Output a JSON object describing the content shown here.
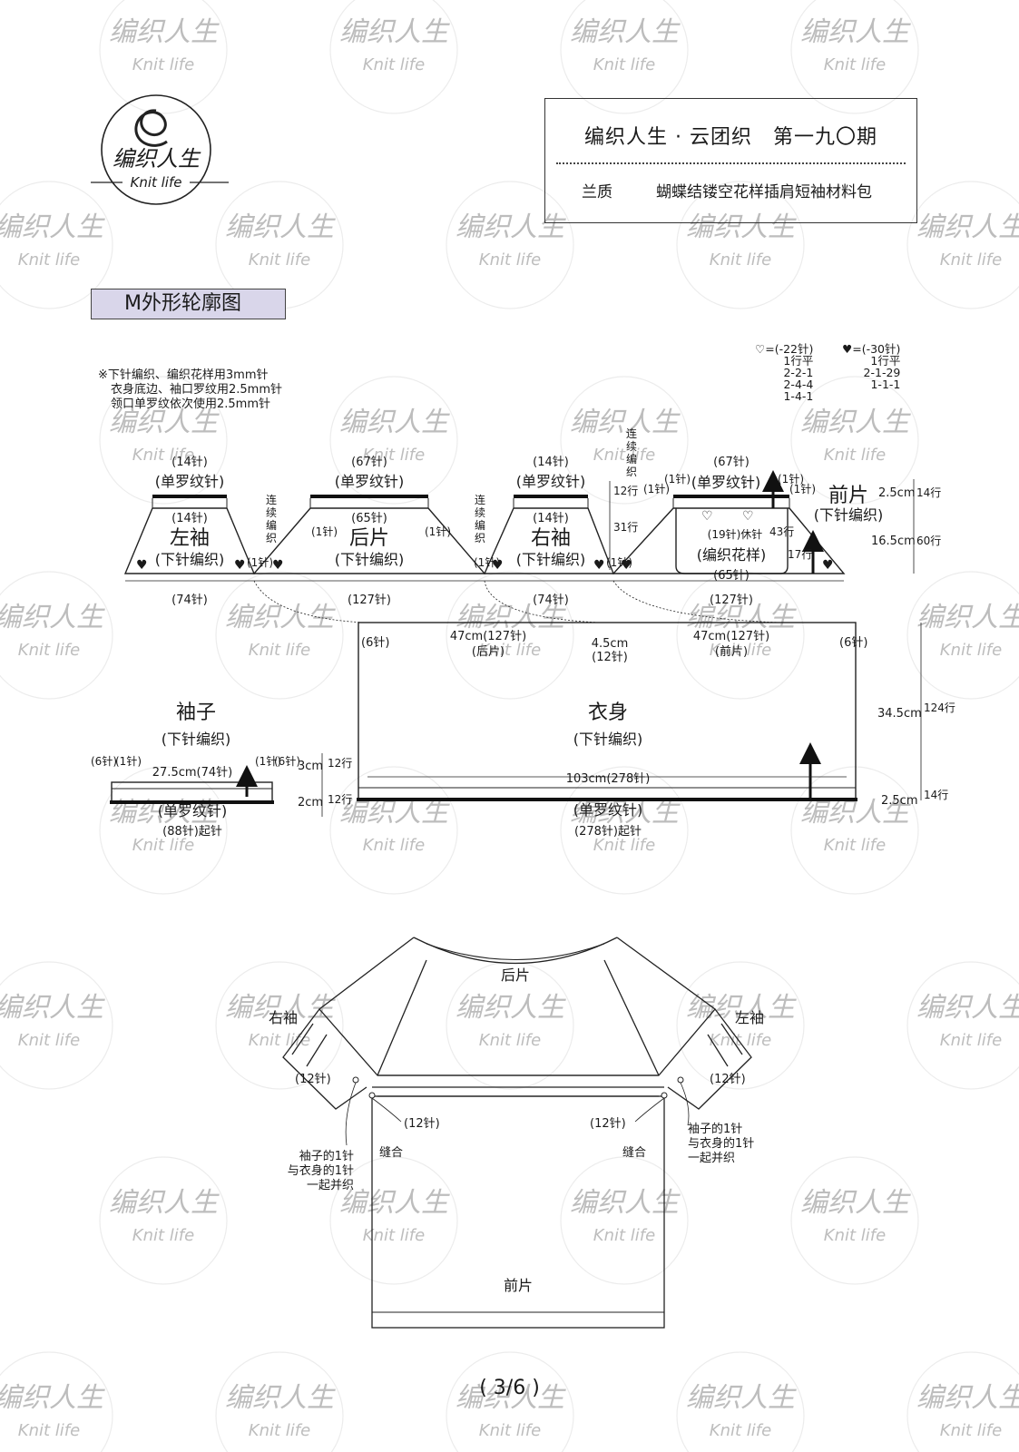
{
  "header": {
    "title": "编织人生 · 云团织　第一九〇期",
    "designer": "兰质",
    "product": "蝴蝶结镂空花样插肩短袖材料包"
  },
  "logo": {
    "name_cn": "编织人生",
    "name_en": "Knit life"
  },
  "watermark": {
    "cn": "编织人生",
    "en": "Knit life"
  },
  "section_title": "M外形轮廓图",
  "notes": [
    "※下针编织、编织花样用3mm针",
    "衣身底边、袖口罗纹用2.5mm针",
    "领口单罗纹依次使用2.5mm针"
  ],
  "legend_open": {
    "symbol": "♡",
    "title": "=(-22针)",
    "rows": [
      "1行平",
      "2-2-1",
      "2-4-4",
      "1-4-1"
    ]
  },
  "legend_solid": {
    "symbol": "♥",
    "title": "=(-30针)",
    "rows": [
      "1行平",
      "2-1-29",
      "1-1-1"
    ]
  },
  "yoke": {
    "left_sleeve": {
      "name": "左袖",
      "method": "(下针编织)",
      "top": "(14针)",
      "rib": "(单罗纹针)",
      "inner": "(14针)",
      "bottom": "(74针)"
    },
    "back": {
      "name": "后片",
      "method": "(下针编织)",
      "top": "(67针)",
      "rib": "(单罗纹针)",
      "inner": "(65针)",
      "bottom": "(127针)"
    },
    "right_sleeve": {
      "name": "右袖",
      "method": "(下针编织)",
      "top": "(14针)",
      "rib": "(单罗纹针)",
      "inner": "(14针)",
      "bottom": "(74针)"
    },
    "front": {
      "name": "前片",
      "method": "(下针编织)",
      "top": "(67针)",
      "rib": "(单罗纹针)",
      "rest": "(19针)休针",
      "pattern": "(编织花样)",
      "inner": "(65针)",
      "bottom": "(127针)"
    },
    "continuous": [
      "连",
      "续",
      "编",
      "织"
    ],
    "one_st": "(1针)",
    "rows_12": "12行",
    "rows_31": "31行",
    "rows_43": "43行",
    "rows_17": "17行",
    "dim_rib": "2.5cm",
    "dim_rib_rows": "14行",
    "dim_yoke": "16.5cm",
    "dim_yoke_rows": "60行"
  },
  "body": {
    "name": "衣身",
    "method": "(下针编织)",
    "edge": "(6针)",
    "half_back": "47cm(127针)",
    "half_back_label": "(后片)",
    "center": "4.5cm",
    "center_st": "(12针)",
    "half_front": "47cm(127针)",
    "half_front_label": "(前片)",
    "height": "34.5cm",
    "height_rows": "124行",
    "width": "103cm(278针)",
    "rib": "(单罗纹针)",
    "cast_on": "(278针)起针",
    "rib_h": "2.5cm",
    "rib_rows": "14行"
  },
  "sleeve": {
    "name": "袖子",
    "method": "(下针编织)",
    "side6": "(6针)",
    "side1": "(1针)",
    "width": "27.5cm(74针)",
    "h1": "3cm",
    "h1_rows": "12行",
    "h2": "2cm",
    "h2_rows": "12行",
    "rib": "(单罗纹针)",
    "cast_on": "(88针)起针"
  },
  "assembly": {
    "back": "后片",
    "front": "前片",
    "right_sleeve": "右袖",
    "left_sleeve": "左袖",
    "st12": "(12针)",
    "seam": "缝合",
    "join_note": [
      "袖子的1针",
      "与衣身的1针",
      "一起并织"
    ]
  },
  "page": "( 3/6 )"
}
